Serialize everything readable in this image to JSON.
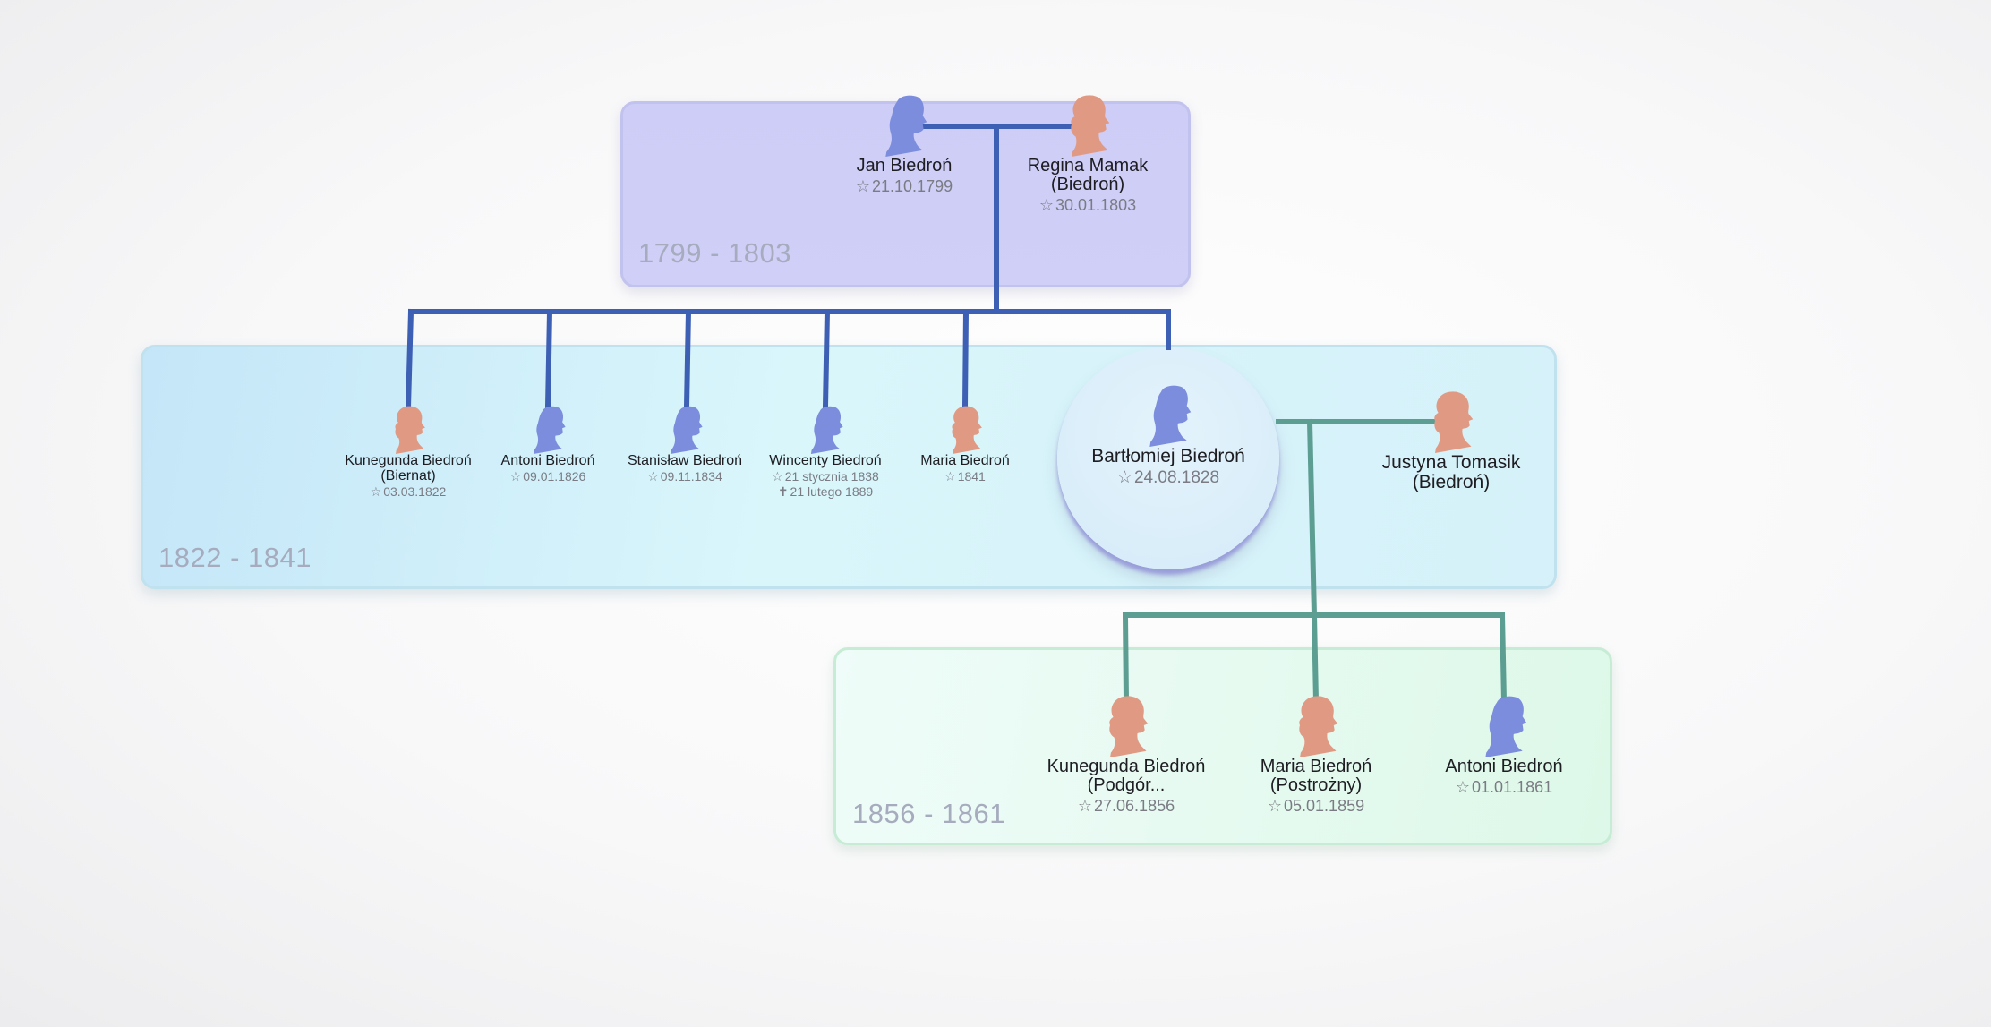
{
  "generations": [
    {
      "id": "g1",
      "label": "1799 - 1803"
    },
    {
      "id": "g2",
      "label": "1822 - 1841"
    },
    {
      "id": "g3",
      "label": "1856 - 1861"
    }
  ],
  "people": [
    {
      "id": "jan",
      "name": "Jan Biedroń",
      "birth": "21.10.1799",
      "gender": "male",
      "icon": "male-silhouette-icon"
    },
    {
      "id": "regina",
      "name": "Regina Mamak (Biedroń)",
      "birth": "30.01.1803",
      "gender": "female",
      "icon": "female-silhouette-icon"
    },
    {
      "id": "kunegunda1",
      "name": "Kunegunda Biedroń (Biernat)",
      "birth": "03.03.1822",
      "gender": "female",
      "icon": "female-silhouette-icon"
    },
    {
      "id": "antoni1",
      "name": "Antoni Biedroń",
      "birth": "09.01.1826",
      "gender": "male",
      "icon": "male-silhouette-icon"
    },
    {
      "id": "stanislaw",
      "name": "Stanisław Biedroń",
      "birth": "09.11.1834",
      "gender": "male",
      "icon": "male-silhouette-icon"
    },
    {
      "id": "wincenty",
      "name": "Wincenty Biedroń",
      "birth": "21 stycznia 1838",
      "death": "21 lutego 1889",
      "gender": "male",
      "icon": "male-silhouette-icon"
    },
    {
      "id": "maria1",
      "name": "Maria Biedroń",
      "birth": "1841",
      "gender": "female",
      "icon": "female-silhouette-icon"
    },
    {
      "id": "bartlomiej",
      "name": "Bartłomiej Biedroń",
      "birth": "24.08.1828",
      "gender": "male",
      "icon": "male-silhouette-icon",
      "focus": true
    },
    {
      "id": "justyna",
      "name": "Justyna Tomasik (Biedroń)",
      "gender": "female",
      "icon": "female-silhouette-icon"
    },
    {
      "id": "kunegunda2",
      "name": "Kunegunda Biedroń (Podgór...",
      "birth": "27.06.1856",
      "gender": "female",
      "icon": "female-silhouette-icon"
    },
    {
      "id": "maria2",
      "name": "Maria Biedroń (Postrożny)",
      "birth": "05.01.1859",
      "gender": "female",
      "icon": "female-silhouette-icon"
    },
    {
      "id": "antoni2",
      "name": "Antoni Biedroń",
      "birth": "01.01.1861",
      "gender": "male",
      "icon": "male-silhouette-icon"
    }
  ],
  "families": [
    {
      "parents": [
        "jan",
        "regina"
      ],
      "children": [
        "kunegunda1",
        "antoni1",
        "stanislaw",
        "wincenty",
        "maria1",
        "bartlomiej"
      ],
      "color": "#3d5fb4"
    },
    {
      "parents": [
        "bartlomiej",
        "justyna"
      ],
      "children": [
        "kunegunda2",
        "maria2",
        "antoni2"
      ],
      "color": "#5c9e91"
    }
  ],
  "colors": {
    "male": "#7b8ddc",
    "female": "#e09a84",
    "panel_1": "#cfcff7",
    "panel_2": "#d6f1f9",
    "panel_3": "#e3f8ec"
  }
}
